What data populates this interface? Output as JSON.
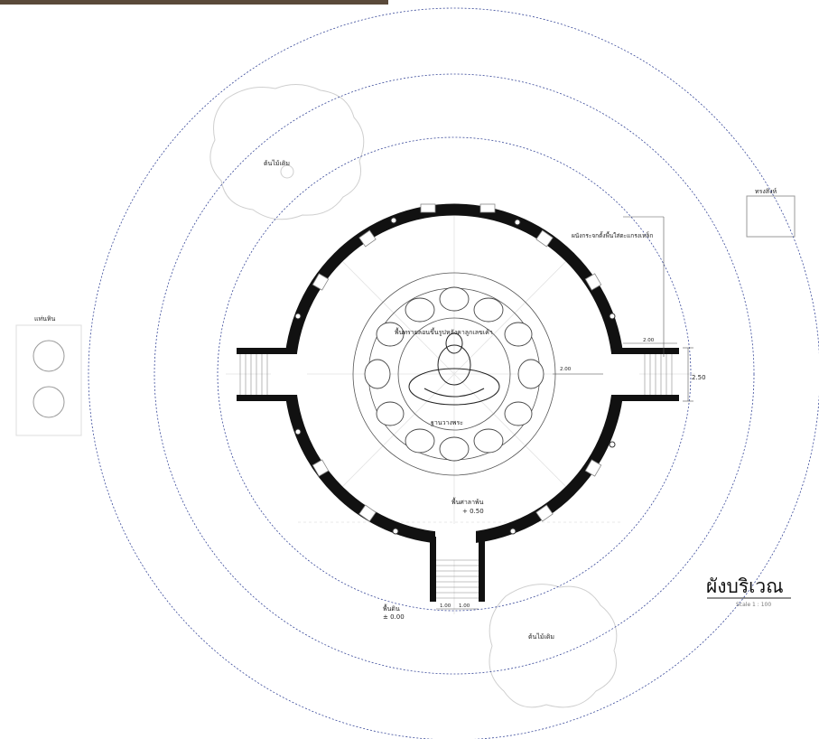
{
  "drawing": {
    "title": "ผังบริเวณ",
    "scale": "Scale 1 : 100",
    "labels": {
      "tree_top_left": "ต้นไม้เดิม",
      "tree_bottom": "ต้นไม้เดิม",
      "box_right": "ทรงสิงห์",
      "box_left": "แท่นหิน",
      "wall_note": "ผนังกระจกตั้งพื้นใส่ตะแกรงเหล็ก",
      "inner_ring_note": "พื้นทรายลอนขึ้นรูปหลังคาลูกเลขเค้า",
      "base_note": "ฐานวางพระ",
      "floor_note": "พื้นศาลาพ้น",
      "floor_level": "+ 0.50",
      "ground_note": "พื้นดิน",
      "ground_level": "± 0.00",
      "dim_entry_width": "2.50",
      "dim_right_a": "2.00",
      "dim_right_b": "2.00",
      "dim_bottom_a": "1.00",
      "dim_bottom_b": "1.00"
    }
  }
}
